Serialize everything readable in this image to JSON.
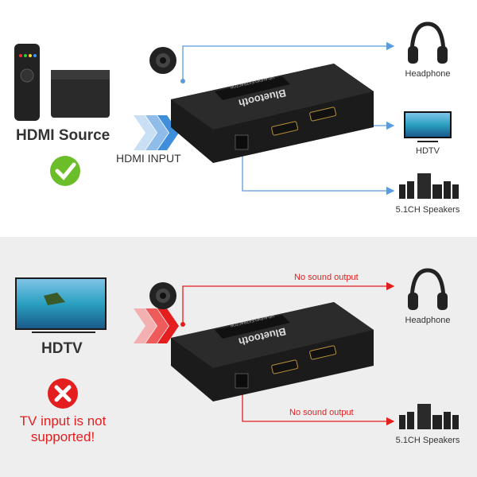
{
  "top": {
    "source_label": "HDMI Source",
    "input_label": "HDMI INPUT",
    "status_icon": "check-circle-icon",
    "outputs": [
      {
        "label": "Headphone",
        "icon": "headphone-icon"
      },
      {
        "label": "HDTV",
        "icon": "tv-icon"
      },
      {
        "label": "5.1CH Speakers",
        "icon": "speakers-icon"
      }
    ],
    "line_color": "#5b9bd9"
  },
  "bottom": {
    "source_label": "HDTV",
    "status_icon": "x-circle-icon",
    "warning": [
      "TV input is not",
      "supported!"
    ],
    "no_output_label": "No sound output",
    "no_output_label_2": "No sound output",
    "outputs": [
      {
        "label": "Headphone",
        "icon": "headphone-icon"
      },
      {
        "label": "5.1CH Speakers",
        "icon": "speakers-icon"
      }
    ],
    "line_color": "#e41e1e"
  },
  "device": {
    "brand": "Bluetooth",
    "subtitle": "HD AUDIO EXTRACTOR"
  }
}
